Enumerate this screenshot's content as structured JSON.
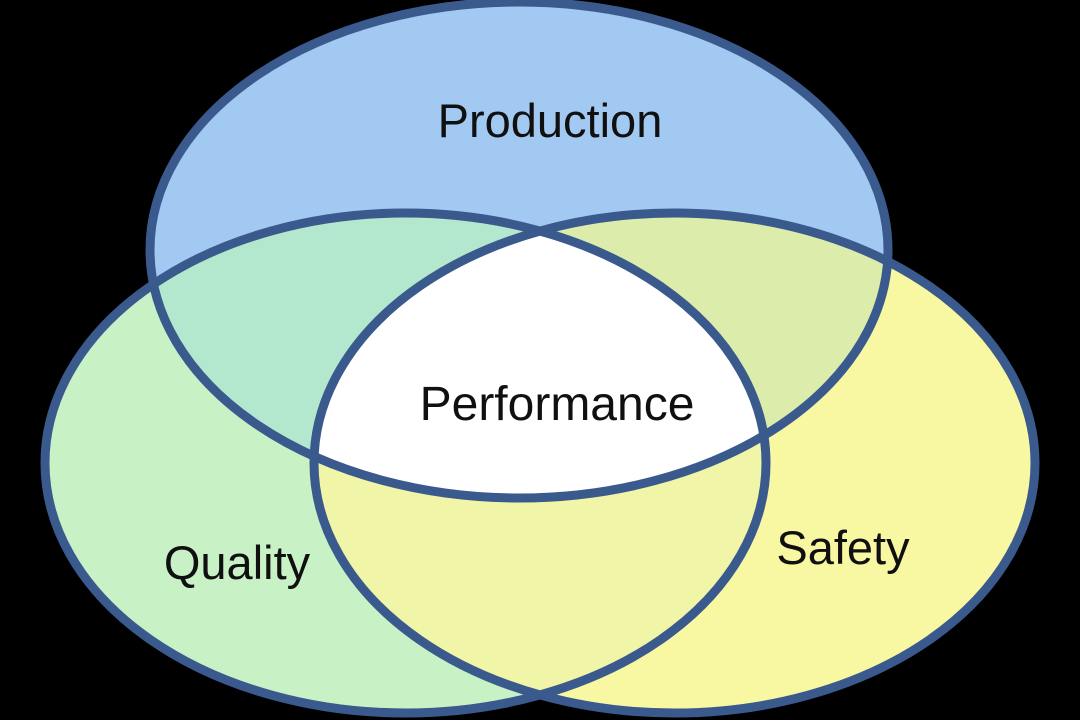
{
  "diagram": {
    "type": "venn-3",
    "background_color": "#000000",
    "outline_color": "#3a5a8d",
    "label_color": "#101010",
    "circles": [
      {
        "id": "production",
        "label": "Production",
        "fill": "#a2c9f1"
      },
      {
        "id": "quality",
        "label": "Quality",
        "fill": "#c8f1c6"
      },
      {
        "id": "safety",
        "label": "Safety",
        "fill": "#f8f8a3"
      }
    ],
    "overlaps": [
      {
        "id": "production-quality",
        "fill": "#b3e8ce"
      },
      {
        "id": "production-safety",
        "fill": "#dcecaa"
      },
      {
        "id": "quality-safety",
        "fill": "#f0f5a7"
      },
      {
        "id": "production-quality-safety",
        "label": "Performance",
        "fill": "#ffffff"
      }
    ]
  }
}
